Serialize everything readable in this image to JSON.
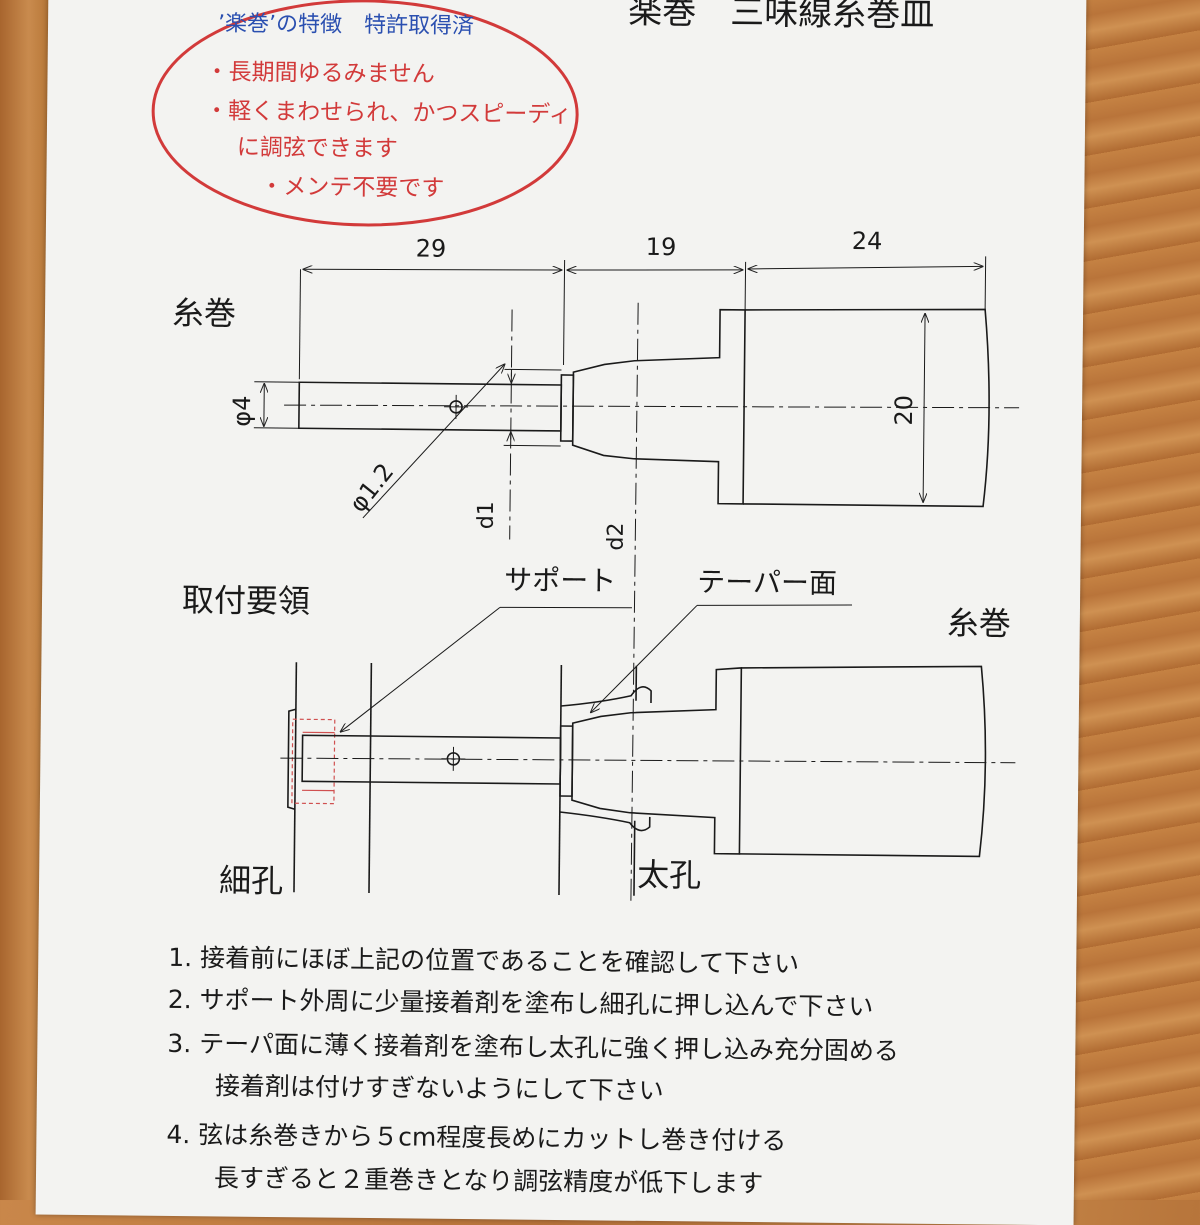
{
  "header": {
    "title": "楽巻　三味線糸巻皿",
    "feature_heading": "’楽巻’の特徴　特許取得済"
  },
  "features": [
    "・長期間ゆるみません",
    "・軽くまわせられ、かつスピーディ",
    "に調弦できます",
    "・メンテ不要です"
  ],
  "drawing": {
    "top_label": "糸巻",
    "dim_29": "29",
    "dim_19": "19",
    "dim_24": "24",
    "dim_20": "20",
    "dim_phi4": "φ4",
    "dim_phi12": "φ1.2",
    "dim_d1": "d1",
    "dim_d2": "d2",
    "install_label": "取付要領",
    "support_label": "サポート",
    "taper_label": "テーパー面",
    "bottom_peg_label": "糸巻",
    "thin_hole_label": "細孔",
    "thick_hole_label": "太孔"
  },
  "instructions": [
    "1. 接着前にほぼ上記の位置であることを確認して下さい",
    "2. サポート外周に少量接着剤を塗布し細孔に押し込んで下さい",
    "3. テーパ面に薄く接着剤を塗布し太孔に強く押し込み充分固める",
    "接着剤は付けすぎないようにして下さい",
    "4. 弦は糸巻きから５cm程度長めにカットし巻き付ける",
    "長すぎると２重巻きとなり調弦精度が低下します"
  ],
  "colors": {
    "red_ink": "#d23a3a",
    "blue_ink": "#2a4fb0",
    "black_ink": "#1a1a1a",
    "card": "#f3f3f1"
  }
}
